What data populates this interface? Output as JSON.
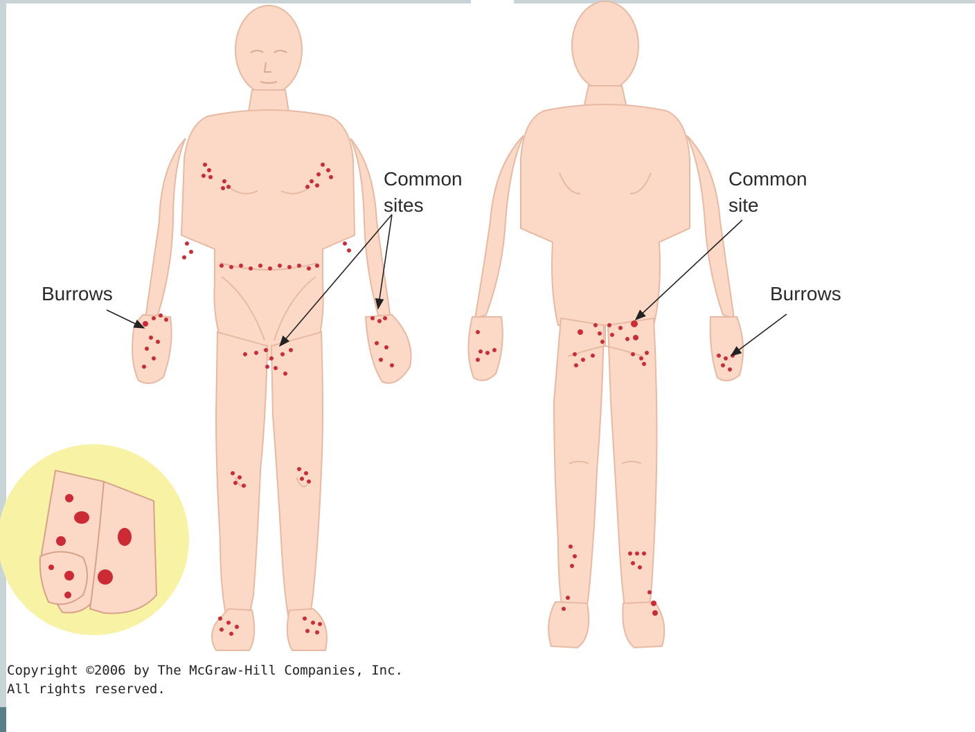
{
  "labels": {
    "front_sites": [
      "Common",
      "sites"
    ],
    "front_burrows": "Burrows",
    "back_site": [
      "Common",
      "site"
    ],
    "back_burrows": "Burrows"
  },
  "copyright": [
    "Copyright ©2006 by The McGraw-Hill Companies, Inc.",
    "All rights reserved."
  ],
  "colors": {
    "skin": "#fbd9c6",
    "skin_outline": "#e8b9a2",
    "lesion": "#cc2b36",
    "inset_bg": "#f8f3a4",
    "frame": "#c9d4d8"
  }
}
